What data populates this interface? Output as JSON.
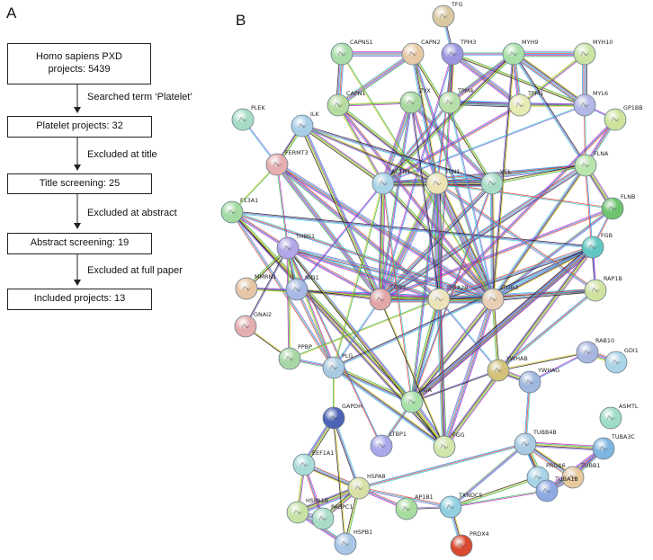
{
  "panels": {
    "a": "A",
    "b": "B"
  },
  "flowchart": {
    "boxes": [
      "Homo sapiens PXD projects: 5439",
      "Platelet projects: 32",
      "Title screening: 25",
      "Abstract screening: 19",
      "Included projects: 13"
    ],
    "notes": [
      "Searched term ‘Platelet’",
      "Excluded at title",
      "Excluded at abstract",
      "Excluded at full paper"
    ]
  },
  "network": {
    "edge_colors": [
      "#1f7fe0",
      "#c01fc0",
      "#27b04a",
      "#d8c71c",
      "#111111",
      "#7f5ad8",
      "#2ec4d0",
      "#e0342c"
    ],
    "nodes": [
      {
        "id": "TFG",
        "color": "#d9c9a0"
      },
      {
        "id": "CAPNS1",
        "color": "#a9dca9"
      },
      {
        "id": "CAPN2",
        "color": "#e7c9a6"
      },
      {
        "id": "TPM3",
        "color": "#9c96e0"
      },
      {
        "id": "MYH9",
        "color": "#a9e0a9"
      },
      {
        "id": "MYH10",
        "color": "#cbe3a3"
      },
      {
        "id": "CAPN1",
        "color": "#b6dba1"
      },
      {
        "id": "ZYX",
        "color": "#a9d9a1"
      },
      {
        "id": "TPM4",
        "color": "#b8dfa8"
      },
      {
        "id": "TPM1",
        "color": "#e7eab3"
      },
      {
        "id": "MYL6",
        "color": "#b3b8e6"
      },
      {
        "id": "GP1BB",
        "color": "#cde39c"
      },
      {
        "id": "PLEK",
        "color": "#a7dcc6"
      },
      {
        "id": "ILK",
        "color": "#a9cfe8"
      },
      {
        "id": "FERMT3",
        "color": "#e6aeae"
      },
      {
        "id": "ACTN1",
        "color": "#a9d3e6"
      },
      {
        "id": "TLN1",
        "color": "#ece3b2"
      },
      {
        "id": "VCL",
        "color": "#a9dcc7"
      },
      {
        "id": "FLNA",
        "color": "#b9e5ad"
      },
      {
        "id": "F13A1",
        "color": "#a3dba3"
      },
      {
        "id": "FLNB",
        "color": "#6fc46f"
      },
      {
        "id": "THBS1",
        "color": "#b1a6e6"
      },
      {
        "id": "FGB",
        "color": "#62c7c2"
      },
      {
        "id": "MMRN1",
        "color": "#e6c5a6"
      },
      {
        "id": "NID1",
        "color": "#a6b8e3"
      },
      {
        "id": "ITGB1",
        "color": "#e3a6a6"
      },
      {
        "id": "ITGA2B",
        "color": "#ece3b9"
      },
      {
        "id": "ITGB3",
        "color": "#e8cfb3"
      },
      {
        "id": "RAP1B",
        "color": "#d1e3a1"
      },
      {
        "id": "GNAI2",
        "color": "#e3aeb0"
      },
      {
        "id": "PPBP",
        "color": "#a9d8a6"
      },
      {
        "id": "PLG",
        "color": "#a9cbe1"
      },
      {
        "id": "RAB10",
        "color": "#a9b6df"
      },
      {
        "id": "GDI1",
        "color": "#a9d5e6"
      },
      {
        "id": "YWHAB",
        "color": "#d4c27a"
      },
      {
        "id": "YWHAG",
        "color": "#9fb8de"
      },
      {
        "id": "FGA",
        "color": "#a9e0a9"
      },
      {
        "id": "GAPDH",
        "color": "#4c63b6"
      },
      {
        "id": "ASMTL",
        "color": "#9fdcc6"
      },
      {
        "id": "TUBB4B",
        "color": "#a9cbe1"
      },
      {
        "id": "TUBA3C",
        "color": "#7fb6e0"
      },
      {
        "id": "LTBP1",
        "color": "#a9a9ea"
      },
      {
        "id": "FGG",
        "color": "#d1e6a9"
      },
      {
        "id": "EEF1A1",
        "color": "#a9dcd9"
      },
      {
        "id": "TUBB1",
        "color": "#e8c99c"
      },
      {
        "id": "PRDX6",
        "color": "#a9d3e6"
      },
      {
        "id": "TUBA1B",
        "color": "#8fa9e3"
      },
      {
        "id": "HSPA8",
        "color": "#d9e0a6"
      },
      {
        "id": "AP1B1",
        "color": "#a9dc9f"
      },
      {
        "id": "TXNDC5",
        "color": "#92cfe0"
      },
      {
        "id": "HSPA1B",
        "color": "#c7e3a6"
      },
      {
        "id": "PABPC1",
        "color": "#a9dcc6"
      },
      {
        "id": "HSPB1",
        "color": "#a9c6e6"
      },
      {
        "id": "PRDX4",
        "color": "#d9492f"
      }
    ]
  }
}
